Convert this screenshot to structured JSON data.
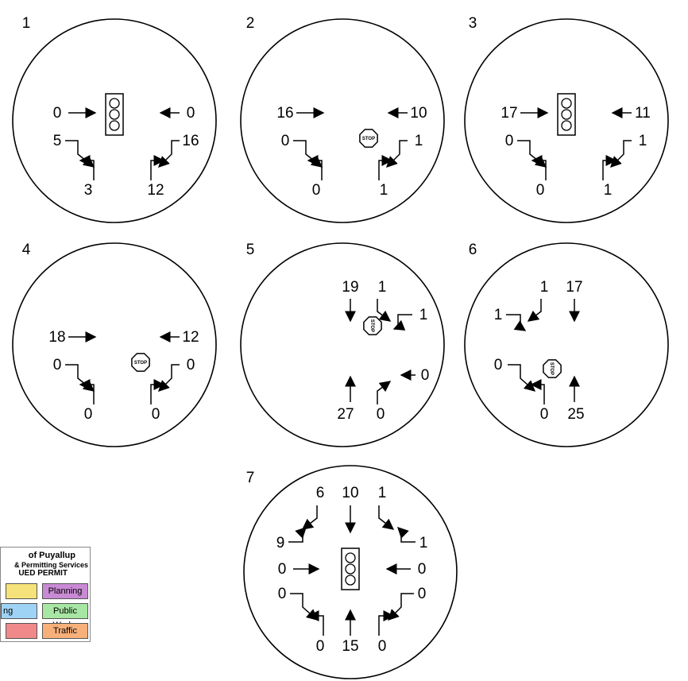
{
  "panels": [
    {
      "id": "1",
      "control": "signal",
      "labels": {
        "eb_through": "0",
        "wb_through": "0",
        "eb_right": "5",
        "wb_left": "16",
        "nb_left_approach": "3",
        "nb_right_approach": "12"
      }
    },
    {
      "id": "2",
      "control": "stop",
      "labels": {
        "eb_through": "16",
        "wb_through": "10",
        "eb_right": "0",
        "wb_left": "1",
        "nb_left_approach": "0",
        "nb_right_approach": "1"
      }
    },
    {
      "id": "3",
      "control": "signal",
      "labels": {
        "eb_through": "17",
        "wb_through": "11",
        "eb_right": "0",
        "wb_left": "1",
        "nb_left_approach": "0",
        "nb_right_approach": "1"
      }
    },
    {
      "id": "4",
      "control": "stop",
      "labels": {
        "eb_through": "18",
        "wb_through": "12",
        "eb_right": "0",
        "wb_left": "0",
        "nb_left_approach": "0",
        "nb_right_approach": "0"
      }
    },
    {
      "id": "5",
      "control": "stop",
      "labels": {
        "sb_through": "19",
        "sb_left": "1",
        "wb_right_exit": "1",
        "nb_through": "27",
        "nb_right": "0",
        "nb_right_exit": "0"
      }
    },
    {
      "id": "6",
      "control": "stop",
      "labels": {
        "sb_right": "1",
        "sb_through": "17",
        "eb_left_exit": "1",
        "eb_right": "0",
        "nb_left": "0",
        "nb_through": "25"
      }
    },
    {
      "id": "7",
      "control": "signal",
      "labels": {
        "sb_right": "6",
        "sb_through": "10",
        "sb_left": "1",
        "eb_left_exit": "9",
        "wb_right_exit": "1",
        "eb_through": "0",
        "wb_through": "0",
        "eb_right": "0",
        "wb_left": "0",
        "nb_left": "0",
        "nb_through": "15",
        "nb_right": "0"
      }
    }
  ],
  "stop_sign_text": "STOP",
  "stamp": {
    "line1": "of Puyallup",
    "line2": "& Permitting Services",
    "line3": "UED PERMIT",
    "cells": [
      {
        "label": "",
        "color": "#f6e27a"
      },
      {
        "label": "Planning",
        "color": "#c98ad4"
      },
      {
        "label": "ng",
        "color": "#9fd3f5"
      },
      {
        "label": "Public Works",
        "color": "#a8e6a3"
      },
      {
        "label": "",
        "color": "#f08a8a"
      },
      {
        "label": "Traffic",
        "color": "#f7b07a"
      }
    ]
  }
}
